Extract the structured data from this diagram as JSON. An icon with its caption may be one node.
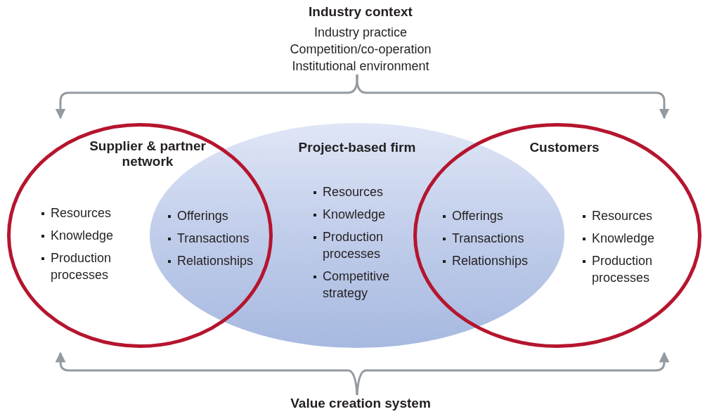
{
  "diagram": {
    "nodes": [
      {
        "text": [
          "Industry context",
          "Industry practice",
          "Competition/co-operation",
          "Institutional environment"
        ]
      },
      {
        "text": [
          "Supplier & partner network",
          "Resources",
          "Knowledge",
          "Production processes"
        ]
      },
      {
        "text": [
          "Project-based firm",
          "Resources",
          "Knowledge",
          "Production processes",
          "Competitive strategy"
        ]
      },
      {
        "text": [
          "Customers",
          "Resources",
          "Knowledge",
          "Production processes"
        ]
      },
      {
        "text": [
          "Value creation system"
        ]
      }
    ],
    "edges": [
      {
        "from": 0,
        "to": 1,
        "arrow": "to"
      },
      {
        "from": 0,
        "to": 3,
        "arrow": "to"
      },
      {
        "from": 4,
        "to": 1,
        "arrow": "to"
      },
      {
        "from": 4,
        "to": 3,
        "arrow": "to"
      }
    ],
    "labels": [
      "Offerings",
      "Transactions",
      "Relationships",
      "Offerings",
      "Transactions",
      "Relationships"
    ]
  }
}
